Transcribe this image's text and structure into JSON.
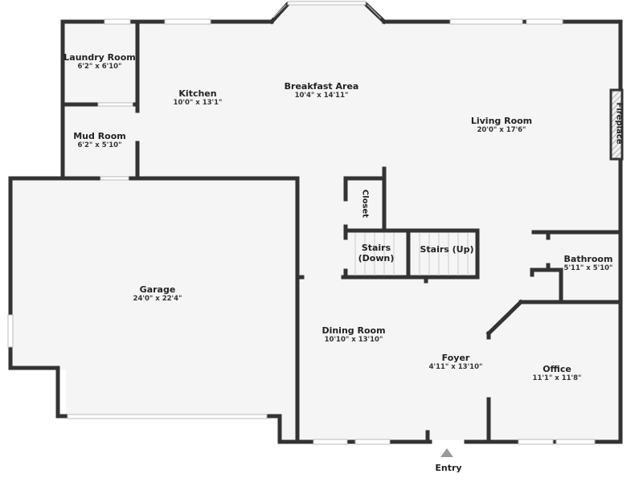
{
  "colors": {
    "wall": "#333333",
    "floor": "#f5f5f5",
    "window": "#d8d8d8",
    "entry_arrow": "#9a9a9a"
  },
  "rooms": [
    {
      "id": "laundry",
      "name": "Laundry Room",
      "dims": "6'2\" x 6'10\""
    },
    {
      "id": "mud",
      "name": "Mud Room",
      "dims": "6'2\" x 5'10\""
    },
    {
      "id": "kitchen",
      "name": "Kitchen",
      "dims": "10'0\" x 13'1\""
    },
    {
      "id": "breakfast",
      "name": "Breakfast Area",
      "dims": "10'4\" x 14'11\""
    },
    {
      "id": "living",
      "name": "Living Room",
      "dims": "20'0\" x 17'6\""
    },
    {
      "id": "garage",
      "name": "Garage",
      "dims": "24'0\" x 22'4\""
    },
    {
      "id": "bathroom",
      "name": "Bathroom",
      "dims": "5'11\" x 5'10\""
    },
    {
      "id": "dining",
      "name": "Dining Room",
      "dims": "10'10\" x 13'10\""
    },
    {
      "id": "foyer",
      "name": "Foyer",
      "dims": "4'11\" x 13'10\""
    },
    {
      "id": "office",
      "name": "Office",
      "dims": "11'1\" x 11'8\""
    }
  ],
  "features": {
    "fireplace": "Fireplace",
    "closet": "Closet",
    "stairs_down": "Stairs\n(Down)",
    "stairs_down_l1": "Stairs",
    "stairs_down_l2": "(Down)",
    "stairs_up": "Stairs (Up)",
    "entry": "Entry"
  }
}
